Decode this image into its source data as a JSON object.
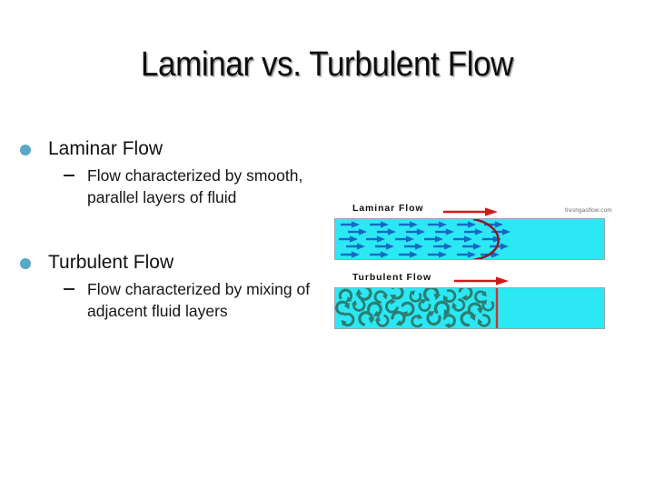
{
  "slide": {
    "title": "Laminar vs. Turbulent Flow",
    "background_color": "#ffffff"
  },
  "colors": {
    "bullet_dot": "#58a8c6",
    "fluid_cyan": "#2ce8f5",
    "laminar_arrow_blue": "#1668c4",
    "turbulent_arrow_teal": "#2b7f72",
    "red_accent": "#cf1a1a",
    "velocity_profile_dark_red": "#8c1b2a",
    "title_text": "#0d0d0d"
  },
  "bullets": [
    {
      "label": "Laminar Flow",
      "sub": [
        "Flow characterized by smooth, parallel layers of fluid"
      ]
    },
    {
      "label": "Turbulent Flow",
      "sub": [
        "Flow characterized by mixing of adjacent fluid layers"
      ]
    }
  ],
  "figures": {
    "laminar": {
      "caption": "Laminar Flow",
      "arrow_icon": "right-arrow-icon",
      "description": "Cyan duct filled with rows of parallel blue arrows pointing right; a dark red parabolic velocity profile curve bulges to the right"
    },
    "turbulent": {
      "caption": "Turbulent Flow",
      "arrow_icon": "right-arrow-icon",
      "description": "Cyan duct filled with chaotic teal hook-shaped eddy arrows, terminated by a vertical red line"
    },
    "watermark": "freshgasflow.com"
  }
}
